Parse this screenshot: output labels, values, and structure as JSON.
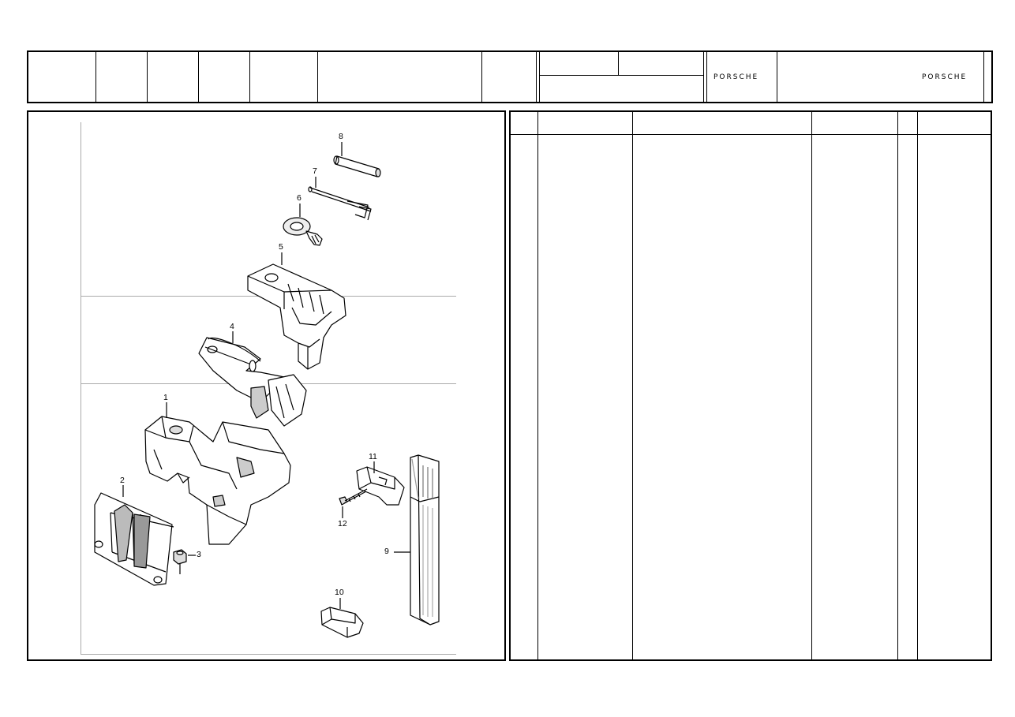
{
  "header": {
    "brand_left": "PORSCHE",
    "brand_right": "PORSCHE"
  },
  "diagram": {
    "callouts": [
      "1",
      "2",
      "3",
      "4",
      "5",
      "6",
      "7",
      "8",
      "9",
      "10",
      "11",
      "12"
    ]
  },
  "parts_table": {
    "columns": [
      "",
      "",
      "",
      "",
      "",
      "",
      ""
    ],
    "rows": []
  }
}
